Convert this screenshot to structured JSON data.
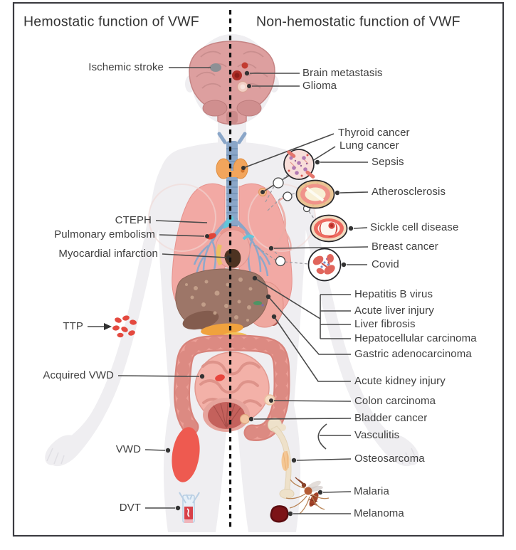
{
  "header": {
    "left": "Hemostatic function of VWF",
    "right": "Non-hemostatic function of VWF"
  },
  "left_labels": {
    "ischemic_stroke": "Ischemic stroke",
    "cteph": "CTEPH",
    "pulmonary_embolism": "Pulmonary embolism",
    "myocardial_infarction": "Myocardial infarction",
    "ttp": "TTP",
    "acquired_vwd": "Acquired VWD",
    "vwd": "VWD",
    "dvt": "DVT"
  },
  "right_labels": {
    "brain_metastasis": "Brain metastasis",
    "glioma": "Glioma",
    "thyroid_cancer": "Thyroid cancer",
    "lung_cancer": "Lung cancer",
    "sepsis": "Sepsis",
    "atherosclerosis": "Atherosclerosis",
    "sickle_cell_disease": "Sickle cell disease",
    "breast_cancer": "Breast cancer",
    "covid": "Covid",
    "hepatitis_b_virus": "Hepatitis B virus",
    "acute_liver_injury": "Acute liver injury",
    "liver_fibrosis": "Liver fibrosis",
    "hepatocellular_carcinoma": "Hepatocellular carcinoma",
    "gastric_adenocarcinoma": "Gastric adenocarcinoma",
    "acute_kidney_injury": "Acute kidney injury",
    "colon_carcinoma": "Colon carcinoma",
    "bladder_cancer": "Bladder cancer",
    "vasculitis": "Vasculitis",
    "osteosarcoma": "Osteosarcoma",
    "malaria": "Malaria",
    "melanoma": "Melanoma"
  },
  "figure": {
    "divider": "dashed-midline",
    "panel_left": "hemostatic",
    "panel_right": "non-hemostatic"
  },
  "colors": {
    "text": "#3f3f3f",
    "line": "#4a4a4a",
    "body": "#efeef1",
    "brain": "#dd9f9f",
    "lung": "#f2a9a4",
    "liver": "#9d7668",
    "intestine": "#ec9f97",
    "accent_red": "#e8463f",
    "melanoma": "#7a1418",
    "bone": "#eee0c8",
    "thyroid": "#f2a55c",
    "vessel_blue": "#8aa6c8"
  }
}
